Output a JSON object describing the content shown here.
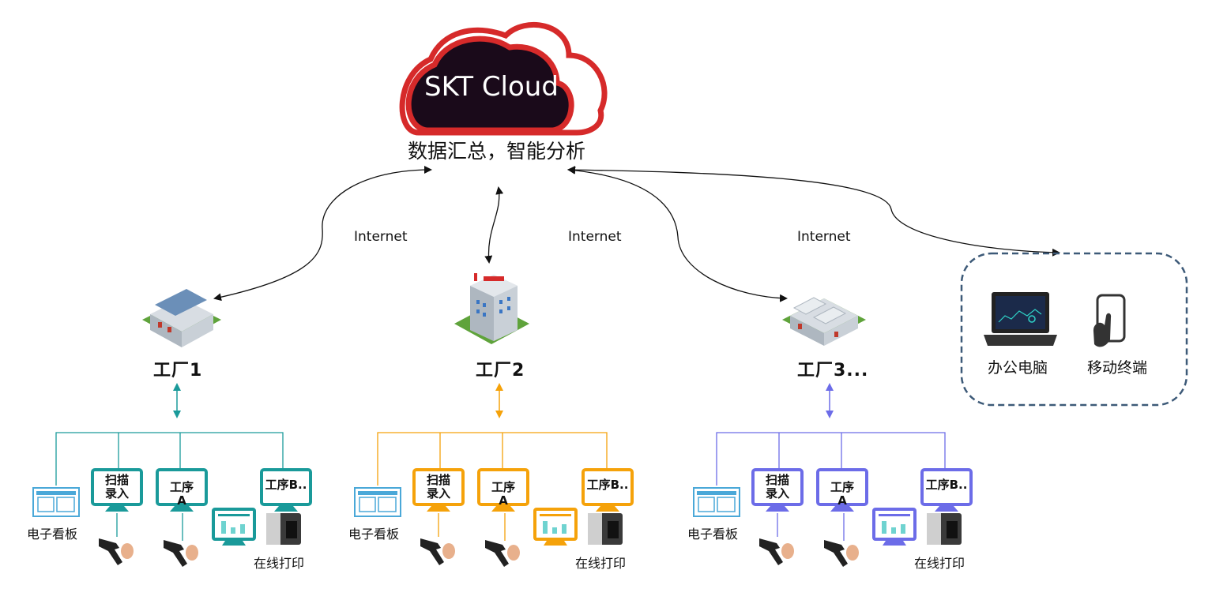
{
  "cloud": {
    "title": "SKT Cloud",
    "tagline": "数据汇总，智能分析",
    "fill": "#1a0a1a",
    "outline": "#d62a2a"
  },
  "internet_label": "Internet",
  "factories": [
    {
      "name": "工厂1",
      "accent": "#1a9a9a",
      "board_label": "电子看板",
      "scan_label": "扫描\n录入",
      "proc_a_label": "工序\nA",
      "proc_b_label": "工序B..",
      "print_label": "在线打印"
    },
    {
      "name": "工厂2",
      "accent": "#f5a20a",
      "board_label": "电子看板",
      "scan_label": "扫描\n录入",
      "proc_a_label": "工序\nA",
      "proc_b_label": "工序B..",
      "print_label": "在线打印"
    },
    {
      "name": "工厂3...",
      "accent": "#6c6ce8",
      "board_label": "电子看板",
      "scan_label": "扫描\n录入",
      "proc_a_label": "工序\nA",
      "proc_b_label": "工序B..",
      "print_label": "在线打印"
    }
  ],
  "terminals": {
    "office_pc": "办公电脑",
    "mobile": "移动终端",
    "border": "#3d5a78"
  }
}
